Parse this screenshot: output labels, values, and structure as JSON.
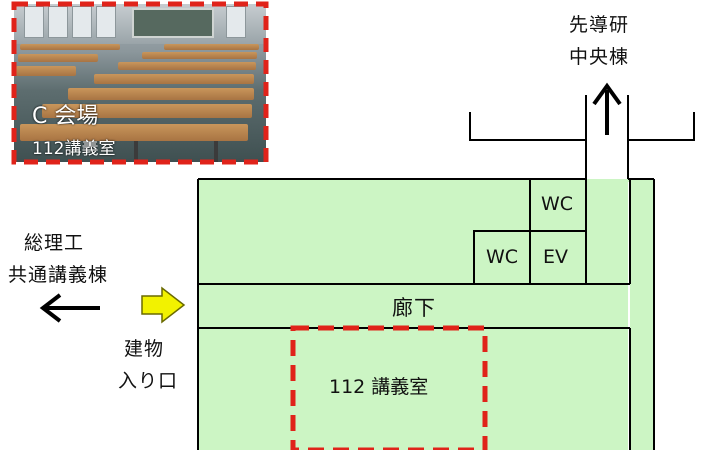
{
  "photo": {
    "title": "C 会場",
    "subtitle": "112講義室"
  },
  "destinations": {
    "top_right_line1": "先導研",
    "top_right_line2": "中央棟",
    "left_line1": "総理工",
    "left_line2": "共通講義棟"
  },
  "entrance": {
    "line1": "建物",
    "line2": "入り口"
  },
  "rooms": {
    "wc_upper": "WC",
    "wc_lower": "WC",
    "ev": "EV",
    "corridor": "廊下",
    "lecture_room": "112 講義室"
  },
  "colors": {
    "floor": "#ccf5c4",
    "highlight_dash": "#e0231a",
    "entrance_arrow": "#f2f200"
  }
}
